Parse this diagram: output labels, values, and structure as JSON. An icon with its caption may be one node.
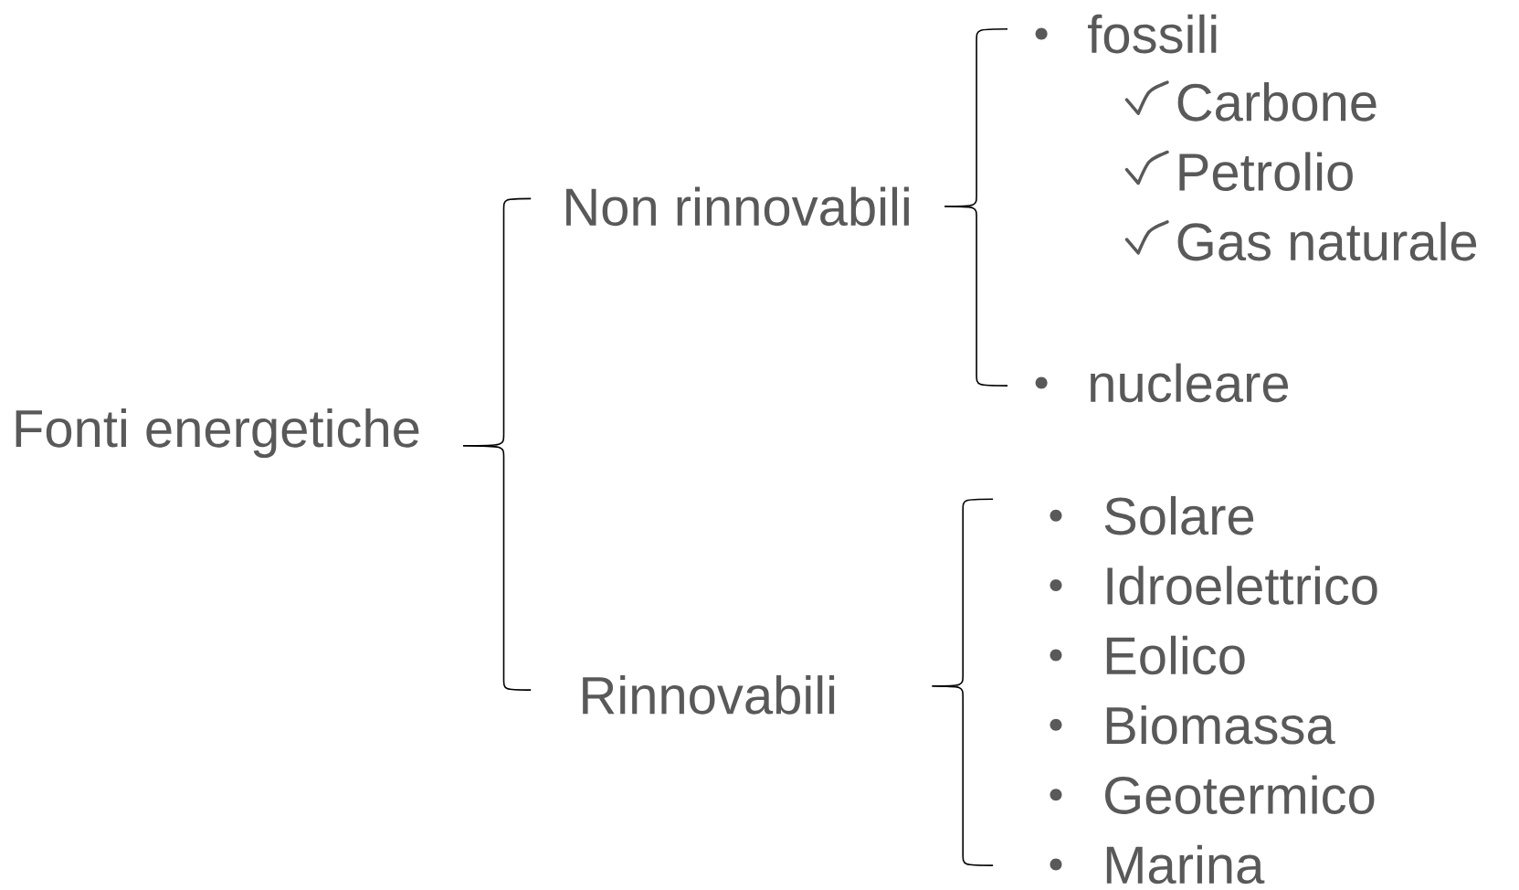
{
  "diagram": {
    "labels": [
      "Fonti energetiche",
      "Non rinnovabili",
      "Rinnovabili",
      "fossili",
      "Carbone",
      "Petrolio",
      "Gas naturale",
      "nucleare",
      "Solare",
      "Idroelettrico",
      "Eolico",
      "Biomassa",
      "Geotermico",
      "Marina"
    ]
  }
}
